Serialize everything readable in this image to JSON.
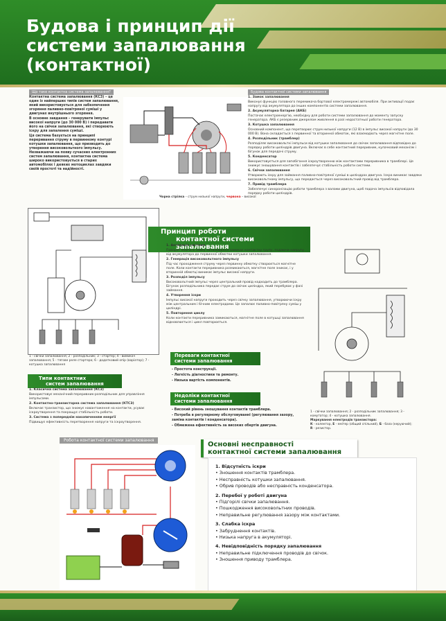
{
  "title": {
    "line1": "Будова і принцип дії",
    "line2": "системи запалювання",
    "line3": "(контактної)"
  },
  "intro": {
    "label": "Що таке контактна система запалювання?",
    "p1": "Контактна система запалювання (КСЗ) – це один із найперших типів систем запалювання, який використовується для забезпечення згоряння паливно-повітряної суміші у двигунах внутрішнього згоряння.",
    "p2": "В основне завдання – генерувати імпульс високої напруги (до 30 000 В) і передавати його на свічки запалювання, які створюють іскру для запалення суміші.",
    "p3": "Ця система базується на принципі переривання струму в первинному контурі котушки запалювання, що призводить до утворення високовольтного імпульсу. Незважаючи на появу сучасних електронних систем запалювання, контактна система широко використовується в старих автомобілях і деяких мотоциклах завдяки своїй простоті та надійності.",
    "caption_black": "Чорна стрілка",
    "caption_rest": " – струм низької напруги, ",
    "caption_red": "червона",
    "caption_end": " – високої"
  },
  "components": {
    "label": "Будова контактної системи запалювання",
    "items": [
      {
        "num": "1.",
        "name": "Замок запалювання",
        "text": "Виконує функцію головного перемикача бортової електромережі автомобіля. При активації подає напругу від акумулятора до інших компонентів системи запалювання."
      },
      {
        "num": "2.",
        "name": "Акумуляторна батарея (АКБ)",
        "text": "Постачає електроенергію, необхідну для роботи системи запалювання до моменту запуску генератора. АКБ є резервним джерелом живлення в разі недостатньої роботи генератора."
      },
      {
        "num": "3.",
        "name": "Котушка запалювання",
        "text": "Основний компонент, що перетворює струм низької напруги (12 В) в імпульс високої напруги (до 30 000 В). Вона складається з первинної та вторинної обмоток, які взаємодіють через магнітне поле."
      },
      {
        "num": "4.",
        "name": "Розподільник (трамблер)",
        "text": "Розподіляє високовольтні імпульси від котушки запалювання до свічок запалювання відповідно до порядку роботи циліндрів двигуна. Включає в себе контактний переривник, кулачковий механізм і бігунок для передачі струму."
      },
      {
        "num": "5.",
        "name": "Конденсатор",
        "text": "Використовується для запобігання іскроутворенню між контактами переривника в трамблері. Це знижує зношування контактів і забезпечує стабільність роботи системи."
      },
      {
        "num": "6.",
        "name": "Свічки запалювання",
        "text": "Утворюють іскру для займання паливно-повітряної суміші в циліндрах двигуна. Іскра виникає завдяки високовольтному імпульсу, що передається через високовольтний провід від трамблера."
      },
      {
        "num": "7.",
        "name": "Привід трамблера",
        "text": "Забезпечує синхронізацію роботи трамблера з валами двигуна, щоб подача імпульсів відповідала порядку роботи циліндрів."
      }
    ]
  },
  "principle": {
    "heading1": "Принцип роботи",
    "heading2": "контактної системи запалювання",
    "steps": [
      {
        "name": "1. Активація системи",
        "text": "Поворот ключа в замку запалювання замикає контактну групу, подаючи напругу від акумулятора до первинної обмотки котушки запалювання."
      },
      {
        "name": "2. Генерація високовольтного імпульсу",
        "text": "Під час проходження струму через первинну обмотку створюється магнітне поле. Коли контакти переривника розмикаються, магнітне поле зникає, і у вторинній обмотці виникає імпульс високої напруги."
      },
      {
        "name": "3. Розподіл імпульсу",
        "text": "Високовольтний імпульс через центральний провід надходить до трамблера. Бігунок розподільника передає струм до свічок циліндра, який перебуває у фазі займання."
      },
      {
        "name": "4. Утворення іскри",
        "text": "Імпульс високої напруги проходить через свічку запалювання, утворюючи іскру між центральним і бічним електродами. Це запалює паливно-повітряну суміш у циліндрі."
      },
      {
        "name": "5. Повторення циклу",
        "text": "Коли контакти переривника замикаються, магнітне поле в котушці запалювання відновлюється і цикл повторюється."
      }
    ]
  },
  "left_diagram_caption": "1 - свічки запалювання; 2 - розподільник; 3 - стартер; 4 - вимикач запалювання; 5 - тягове реле стартера; 6 - додатковий опір (варіатор); 7 - котушка запалювання",
  "right_diagram": {
    "caption": "1 - свічки запалювання; 2 - розподільник запалювання; 3 - комутатор; 4 - котушка запалювання.",
    "legend_title": "Маркування електродів транзистора:",
    "legend_k": "К",
    "legend_k_text": " - колектор, ",
    "legend_e": "Е",
    "legend_e_text": " - емітер (общий спільний), ",
    "legend_b": "Б",
    "legend_b_text": " - база (керуючий);",
    "legend_r": "R",
    "legend_r_text": " - резистор."
  },
  "types": {
    "heading1": "Типи контактних",
    "heading2": "систем запалювання",
    "items": [
      {
        "name": "1. Класична система запалювання (КСЗ)",
        "text": "Використовує механічний переривник-розподільник для управління імпульсами."
      },
      {
        "name": "2. Контактно-транзисторна система запалювання (КТСЗ)",
        "text": "Включає транзистор, що знижує навантаження на контакти, усуває іскроутворення та покращує стабільність роботи."
      },
      {
        "name": "3. Система з попереднім накопиченням енергії",
        "text": "Підвищує ефективність перетворення напруги та іскроутворення."
      }
    ]
  },
  "advantages": {
    "heading1": "Переваги контактної",
    "heading2": "системи запалювання",
    "items": [
      "- Простота конструкції.",
      "- Легкість діагностики та ремонту.",
      "- Низька вартість компонентів."
    ]
  },
  "disadvantages": {
    "heading1": "Недоліки контактної",
    "heading2": "системи запалювання",
    "items": [
      "- Високий рівень зношування контактів трамблера.",
      "- Потреба в регулярному обслуговуванні (регулювання зазору, заміна контактів і конденсатора).",
      "- Обмежена ефективність за високих обертів двигуна."
    ]
  },
  "work_label": "Робота контактної системи запалювання",
  "faults": {
    "heading1": "Основні несправності",
    "heading2": "контактної системи запалювання",
    "groups": [
      {
        "num": "1.",
        "name": "Відсутність іскри",
        "items": [
          "• Зношення контактів трамблера.",
          "• Несправність котушки запалювання.",
          "• Обрив проводів або несправність конденсатора."
        ]
      },
      {
        "num": "2.",
        "name": "Перебої у роботі двигуна",
        "items": [
          "• Підгорілі свічки запалювання.",
          "• Пошкодження високовольтних проводів.",
          "• Неправильне регулювання зазору між контактами."
        ]
      },
      {
        "num": "3.",
        "name": "Слабка іскра",
        "items": [
          "• Забруднення контактів.",
          "• Низька напруга в акумуляторі."
        ]
      },
      {
        "num": "4.",
        "name": "Невідповідність порядку запалювання",
        "items": [
          "• Неправильне підключення проводів до свічок.",
          "• Зношення приводу трамблера."
        ]
      }
    ]
  },
  "colors": {
    "green": "#2e8b2a",
    "dark_green": "#1f6e1e",
    "gold": "#c9b56e",
    "red": "#d61f1f",
    "blue": "#1e5bd6"
  }
}
